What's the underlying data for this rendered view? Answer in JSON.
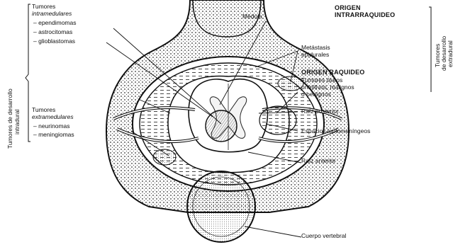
{
  "left": {
    "group_title": "Tumores de desarrollo intradural",
    "group_title_l1": "Tumores de desarrollo",
    "group_title_l2": "intradural",
    "intramedular": {
      "t1": "Tumores",
      "t2": "intramedulares",
      "items": [
        "– ependimomas",
        "– astrocitomas",
        "– glioblastomas"
      ]
    },
    "extramedular": {
      "t1": "Tumores",
      "t2": "extramedulares",
      "items": [
        "– neurinomas",
        "– meningiomas"
      ]
    }
  },
  "right": {
    "group_title_l1": "Tumores",
    "group_title_l2": "de desarrollo",
    "group_title_l3": "extradural",
    "origen_intra_l1": "ORIGEN",
    "origen_intra_l2": "INTRARRAQUIDEO",
    "metastasis_l1": "Metástasis",
    "metastasis_l2": "epidurales",
    "origen_raq": "ORIGEN RAQUIDEO",
    "oseos_l1": "Tumores óseos",
    "oseos_l2": "primitivos, malignos",
    "oseos_l3": "o benignos",
    "raiz_posterior": "Raíz posterior",
    "espacios": "Espacios leptomeníngeos",
    "raiz_anterior": "Raíz anterior",
    "cuerpo": "Cuerpo vertebral"
  },
  "center": {
    "medula": "Médula"
  }
}
